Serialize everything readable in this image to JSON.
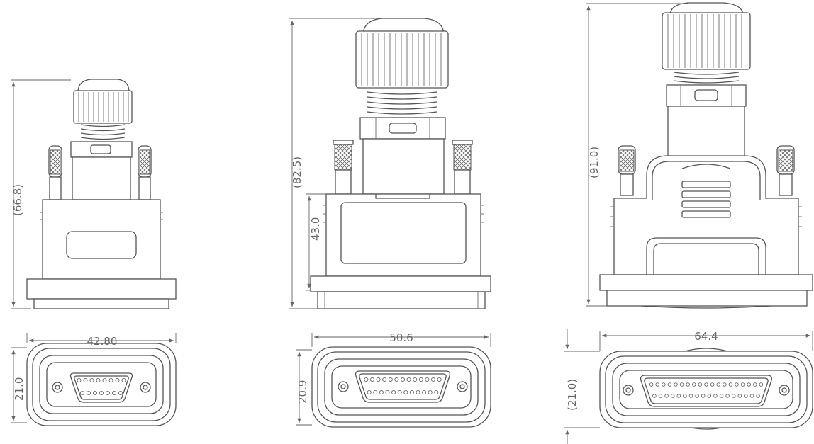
{
  "connectors": [
    {
      "id": "db15",
      "side_height_label": "(66.8)",
      "front_width_label": "42.80",
      "front_height_label": "21.0",
      "pin_rows": [
        8,
        7
      ]
    },
    {
      "id": "db25",
      "side_height_label": "(82.5)",
      "inner_height_label": "43.0",
      "front_width_label": "50.6",
      "front_height_label": "20.9",
      "pin_rows": [
        13,
        12
      ]
    },
    {
      "id": "db37",
      "side_height_label": "(91.0)",
      "front_width_label": "64.4",
      "front_height_label": "(21.0)",
      "pin_rows": [
        19,
        18
      ]
    }
  ],
  "colors": {
    "line": "#555555",
    "dimension": "#666666"
  }
}
